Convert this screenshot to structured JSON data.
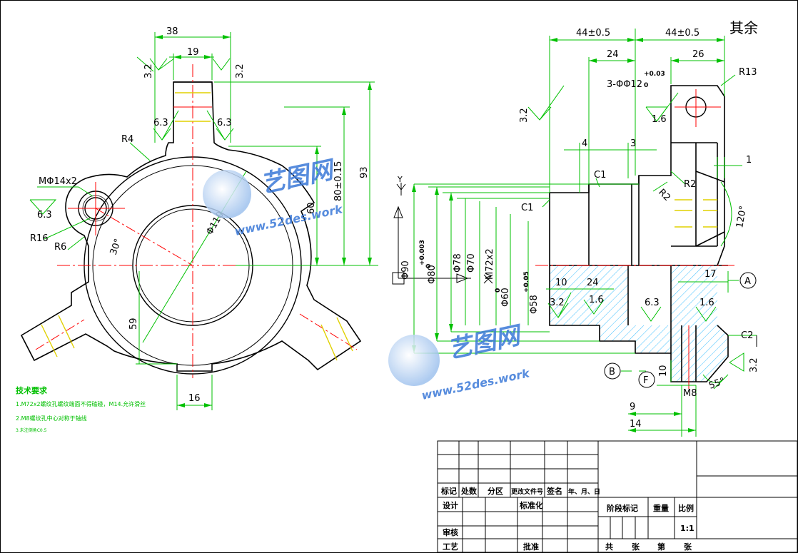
{
  "dims": {
    "top_width": "38",
    "slot": "19",
    "surf_a": "3.2",
    "surf_b": "3.2",
    "rough_l": "6.3",
    "rough_r": "6.3",
    "r4": "R4",
    "thread": "MΦ14x2",
    "rough_thread": "6.3",
    "r16": "R16",
    "r6": "R6",
    "angle30": "30°",
    "dia110": "Φ110",
    "h60": "60",
    "h80": "80±0.15",
    "h93": "93",
    "h59": "59",
    "w16": "16",
    "dim44a": "44±0.5",
    "dim44b": "44±0.5",
    "dim24": "24",
    "dim26": "26",
    "r13": "R13",
    "holes": "3-ΦΦ12",
    "holes_tol": "+0.03",
    "holes_tol0": "0",
    "rough16": "1.6",
    "rough32": "3.2",
    "rest": "其余",
    "dim4": "4",
    "dim3": "3",
    "dim1": "1",
    "c1a": "C1",
    "c1b": "C1",
    "r2": "R2",
    "r2b": "R2",
    "angle120": "120°",
    "d90": "Φ90",
    "d80": "Φ80",
    "d80tol": "+0.003",
    "d80tol0": "0",
    "d78": "Φ78",
    "d70": "Φ70",
    "m72": "M72x2",
    "d60": "Φ60",
    "d60tol": "+0.05",
    "d60tol0": "0",
    "d58": "Φ58",
    "dim10": "10",
    "dim24b": "24",
    "dim17": "17",
    "datum_a": "A",
    "rough_s1": "3.2",
    "rough_s2": "1.6",
    "rough_s3": "6.3",
    "rough_s4": "1.6",
    "c2": "C2",
    "rough_s5": "3.2",
    "datum_b": "B",
    "datum_f": "F",
    "dim10b": "10",
    "m8": "M8",
    "angle55": "55°",
    "dim9": "9",
    "dim14": "14",
    "axis_y": "Y"
  },
  "notes": {
    "title": "技术要求",
    "line1": "1.M72x2螺纹孔螺纹端面不得磕碰，M14.允许滑丝",
    "line2": "2.M8螺纹孔中心对称于轴线",
    "line3": "3.未注倒角C0.5"
  },
  "title_block": {
    "mark": "标记",
    "count": "处数",
    "zone": "分区",
    "change_doc": "更改文件号",
    "sign": "签名",
    "date": "年、月、日",
    "design": "设计",
    "standard": "标准化",
    "stage": "阶段标记",
    "weight": "重量",
    "scale": "比例",
    "scale_val": "1:1",
    "review": "审核",
    "process": "工艺",
    "approve": "批准",
    "total": "共",
    "sheets": "张",
    "num": "第",
    "sheet2": "张"
  },
  "watermark": {
    "name": "艺图网",
    "url": "www.52des.work"
  },
  "colors": {
    "line": "#000000",
    "dimension": "#00c000",
    "center": "#ff0000",
    "hatch": "#40c0ff",
    "thread": "#e0d000",
    "watermark": "#3a78d8"
  }
}
